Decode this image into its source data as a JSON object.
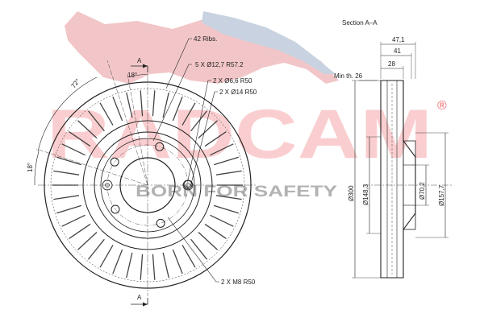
{
  "brand": {
    "logo_text": "RADCAM",
    "slogan": "BORN FOR SAFETY",
    "registered_mark": "®",
    "colors": {
      "wordmark": "#e8202a",
      "wordmark_light": "#f4b8bc",
      "cat": "#f2c6c8",
      "cat_shadow": "#c8d2e0",
      "line": "#222222"
    }
  },
  "front_view": {
    "ribs_label": "42 Ribs.",
    "holes_12_7_label": "5 X Ø12,7   R57.2",
    "holes_6_6_label": "2 X Ø6,6   R50",
    "holes_14_label": "2 X Ø14   R50",
    "threads_label": "2 X M8   R50",
    "angle_72_label": "72°",
    "angle_18_top_label": "18°",
    "angle_18_left_label": "18°",
    "section_mark_top": "A",
    "section_mark_bottom": "A",
    "rib_count": 42,
    "bolt_hole_count": 5
  },
  "section_view": {
    "title": "Section A–A",
    "dim_47_1": "47,1",
    "dim_41": "41",
    "dim_28": "28",
    "min_thickness_label": "Min th. 26",
    "dia_300": "Ø300",
    "dia_148_3": "Ø148,3",
    "dia_70_2": "Ø70,2",
    "dia_157_7": "Ø157,7"
  }
}
